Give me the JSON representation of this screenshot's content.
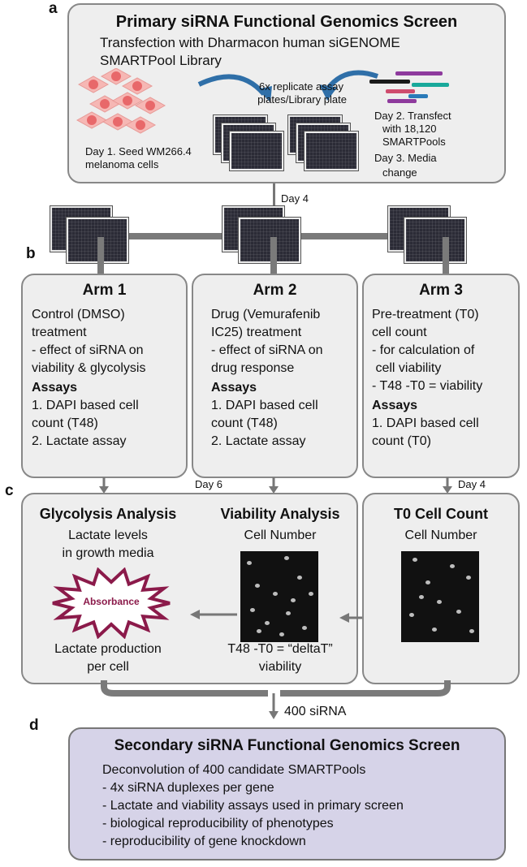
{
  "panel_labels": {
    "a": "a",
    "b": "b",
    "c": "c",
    "d": "d"
  },
  "panel_a": {
    "title": "Primary siRNA Functional Genomics Screen",
    "subtitle_line1": "Transfection with Dharmacon human siGENOME",
    "subtitle_line2": "SMARTPool Library",
    "replicate_line1": "6x replicate assay",
    "replicate_line2": "plates/Library plate",
    "day1_line1": "Day 1. Seed WM266.4",
    "day1_line2": "melanoma cells",
    "day2_line1": "Day 2. Transfect",
    "day2_line2": "with 18,120",
    "day2_line3": "SMARTPools",
    "day3_line1": "Day 3. Media",
    "day3_line2": "change",
    "sirna_colors": [
      "#8e3a9d",
      "#1a1a1a",
      "#19a99b",
      "#cf4c6e",
      "#2a7ab8"
    ],
    "cell_color": "#e8686a"
  },
  "connector_day4": "Day 4",
  "arms": [
    {
      "title": "Arm 1",
      "lines": [
        "Control (DMSO)",
        "treatment",
        "-  effect of siRNA on",
        "viability & glycolysis"
      ],
      "assays_heading": "Assays",
      "assays": [
        "1. DAPI based cell",
        "count (T48)",
        "2. Lactate assay"
      ]
    },
    {
      "title": "Arm 2",
      "lines": [
        "Drug (Vemurafenib",
        "IC25) treatment",
        "- effect of siRNA on",
        "drug response"
      ],
      "assays_heading": "Assays",
      "assays": [
        "1. DAPI based cell",
        "count (T48)",
        "2. Lactate assay"
      ]
    },
    {
      "title": "Arm 3",
      "lines": [
        "Pre-treatment (T0)",
        "cell count",
        "- for calculation of",
        " cell viability",
        "- T48 -T0 = viability"
      ],
      "assays_heading": "Assays",
      "assays": [
        "1. DAPI based cell",
        "count (T0)"
      ]
    }
  ],
  "day6_label": "Day 6",
  "day4_label_c": "Day 4",
  "panel_c": {
    "glycolysis_title": "Glycolysis Analysis",
    "glycolysis_line1": "Lactate levels",
    "glycolysis_line2": "in growth media",
    "absorbance": "Absorbance",
    "lactate_line1": "Lactate production",
    "lactate_line2": "per cell",
    "viability_title": "Viability Analysis",
    "viability_sub": "Cell Number",
    "viability_line1": "T48 -T0 = “deltaT”",
    "viability_line2": "viability",
    "t0_title": "T0 Cell Count",
    "t0_sub": "Cell Number",
    "burst_color": "#8b1a4a"
  },
  "connector_400": "400 siRNA",
  "panel_d": {
    "title": "Secondary siRNA Functional Genomics Screen",
    "lines": [
      "Deconvolution of 400 candidate SMARTPools",
      "- 4x siRNA duplexes per gene",
      "- Lactate and viability assays used in primary screen",
      "- biological reproducibility of phenotypes",
      "- reproducibility of gene knockdown"
    ]
  }
}
